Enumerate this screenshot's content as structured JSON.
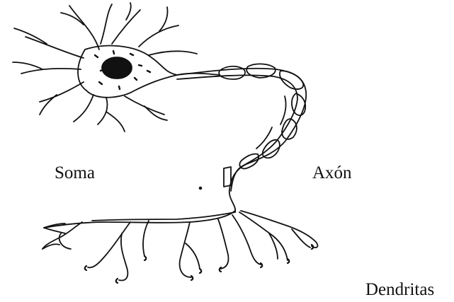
{
  "diagram": {
    "labels": {
      "soma": "Soma",
      "axon": "Axón",
      "dendrites": "Dendritas"
    },
    "colors": {
      "ink": "#111111",
      "background": "#ffffff"
    }
  }
}
